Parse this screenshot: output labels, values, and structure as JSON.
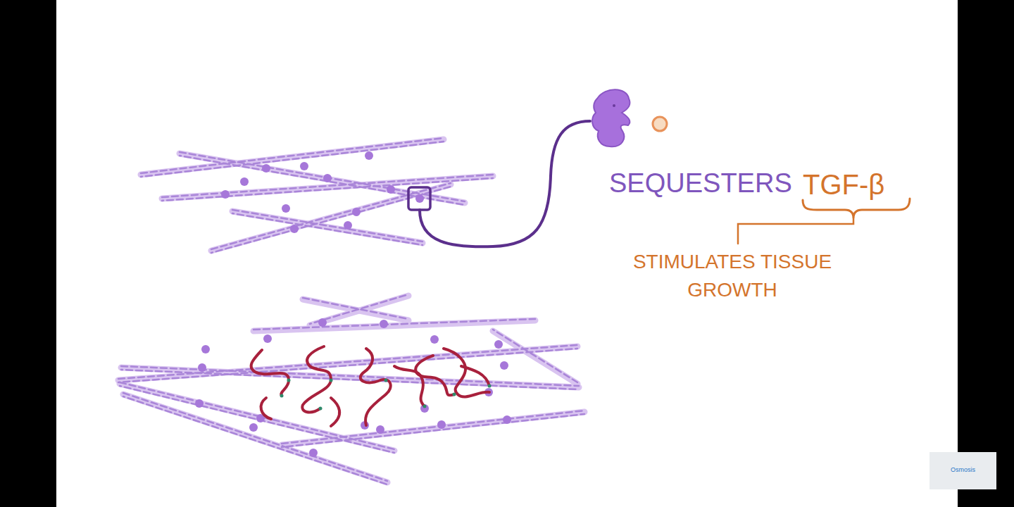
{
  "diagram": {
    "labels": [
      "SEQUESTERS",
      "TGF-β",
      "STIMULATES TISSUE GROWTH",
      "Osmosis"
    ]
  }
}
